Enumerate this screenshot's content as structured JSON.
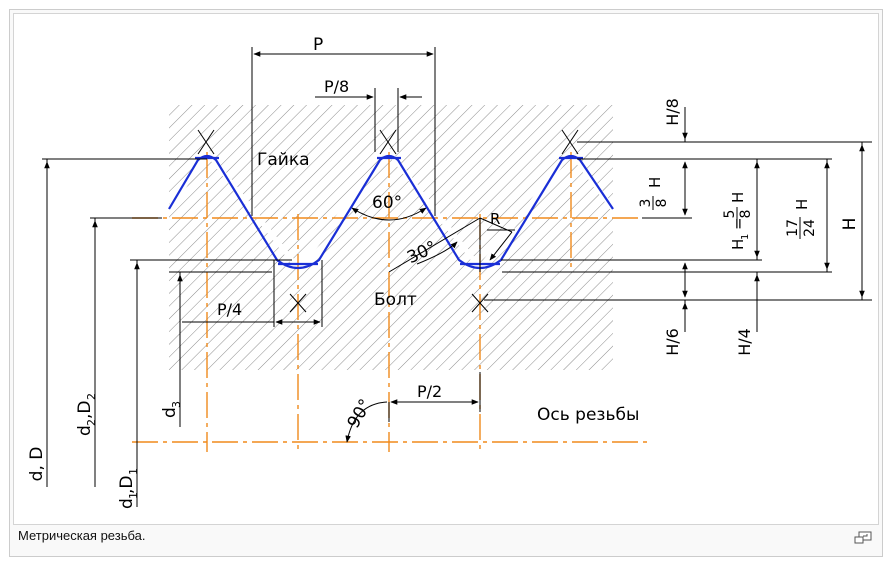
{
  "caption": "Метрическая резьба.",
  "icons": {
    "magnify": "magnify-icon"
  },
  "colors": {
    "profile": "#1a2fd6",
    "centerline": "#f08a1c",
    "hatch": "#9a9a9a",
    "line": "#000000"
  },
  "labels": {
    "P": "P",
    "P8": "P/8",
    "gaika": "Гайка",
    "bolt": "Болт",
    "angle60": "60°",
    "angle30": "30°",
    "angle90": "90°",
    "R": "R",
    "P4": "P/4",
    "P2": "P/2",
    "axis": "Ось резьбы",
    "H8": "H/8",
    "H6": "H/6",
    "H4": "H/4",
    "H": "H",
    "frac38_num": "3",
    "frac38_den": "8",
    "frac38_H": "H",
    "H1": "H",
    "H1_sub": "1",
    "H1_eq": "=",
    "frac58_num": "5",
    "frac58_den": "8",
    "frac58_H": "H",
    "frac1724_num": "17",
    "frac1724_den": "24",
    "frac1724_H": "H",
    "dD": "d, D",
    "d2": "d",
    "d2_sub": "2",
    "d2_sep": ",D",
    "D2_sub": "2",
    "d1": "d",
    "d1_sub": "1",
    "d1_sep": ",D",
    "D1_sub": "1",
    "d3": "d",
    "d3_sub": "3"
  }
}
